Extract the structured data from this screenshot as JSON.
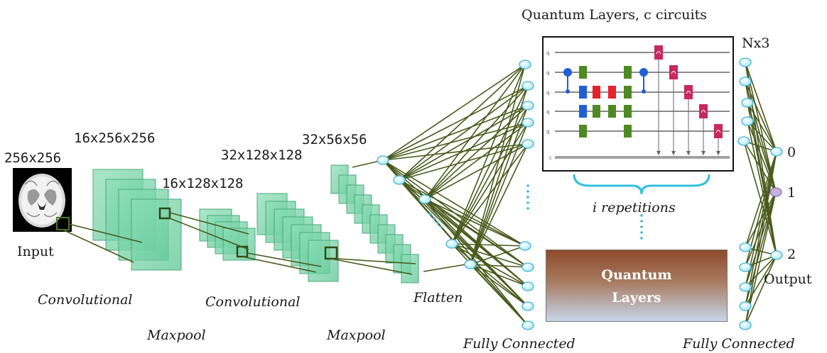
{
  "labels": {
    "input_size": "256x256",
    "input": "Input",
    "conv1_size": "16x256x256",
    "pool1_size": "16x128x128",
    "conv2_size": "32x128x128",
    "pool2_size": "32x56x56",
    "convolutional_1": "Convolutional",
    "maxpool_1": "Maxpool",
    "convolutional_2": "Convolutional",
    "maxpool_2": "Maxpool",
    "flatten": "Flatten",
    "fully_connected_1": "Fully Connected",
    "fully_connected_2": "Fully Connected",
    "quantum_title": "Quantum Layers, c circuits",
    "nx3": "Nx3",
    "repetitions": "i repetitions",
    "quantum_box_line1": "Quantum",
    "quantum_box_line2": "Layers",
    "output": "Output",
    "out0": "0",
    "out1": "1",
    "out2": "2"
  },
  "colors": {
    "node_fill": "#bfeefa",
    "node_stroke": "#3fb4d6",
    "edge": "#4a5a1c",
    "feature_map_fill": "#6fcf9f",
    "feature_map_stroke": "#4aa87c",
    "output_mid_fill": "#c7b0e0",
    "gate_blue": "#1f5fd6",
    "gate_green": "#4e8a22",
    "gate_red": "#e8222a",
    "gate_magenta": "#c8275f"
  }
}
